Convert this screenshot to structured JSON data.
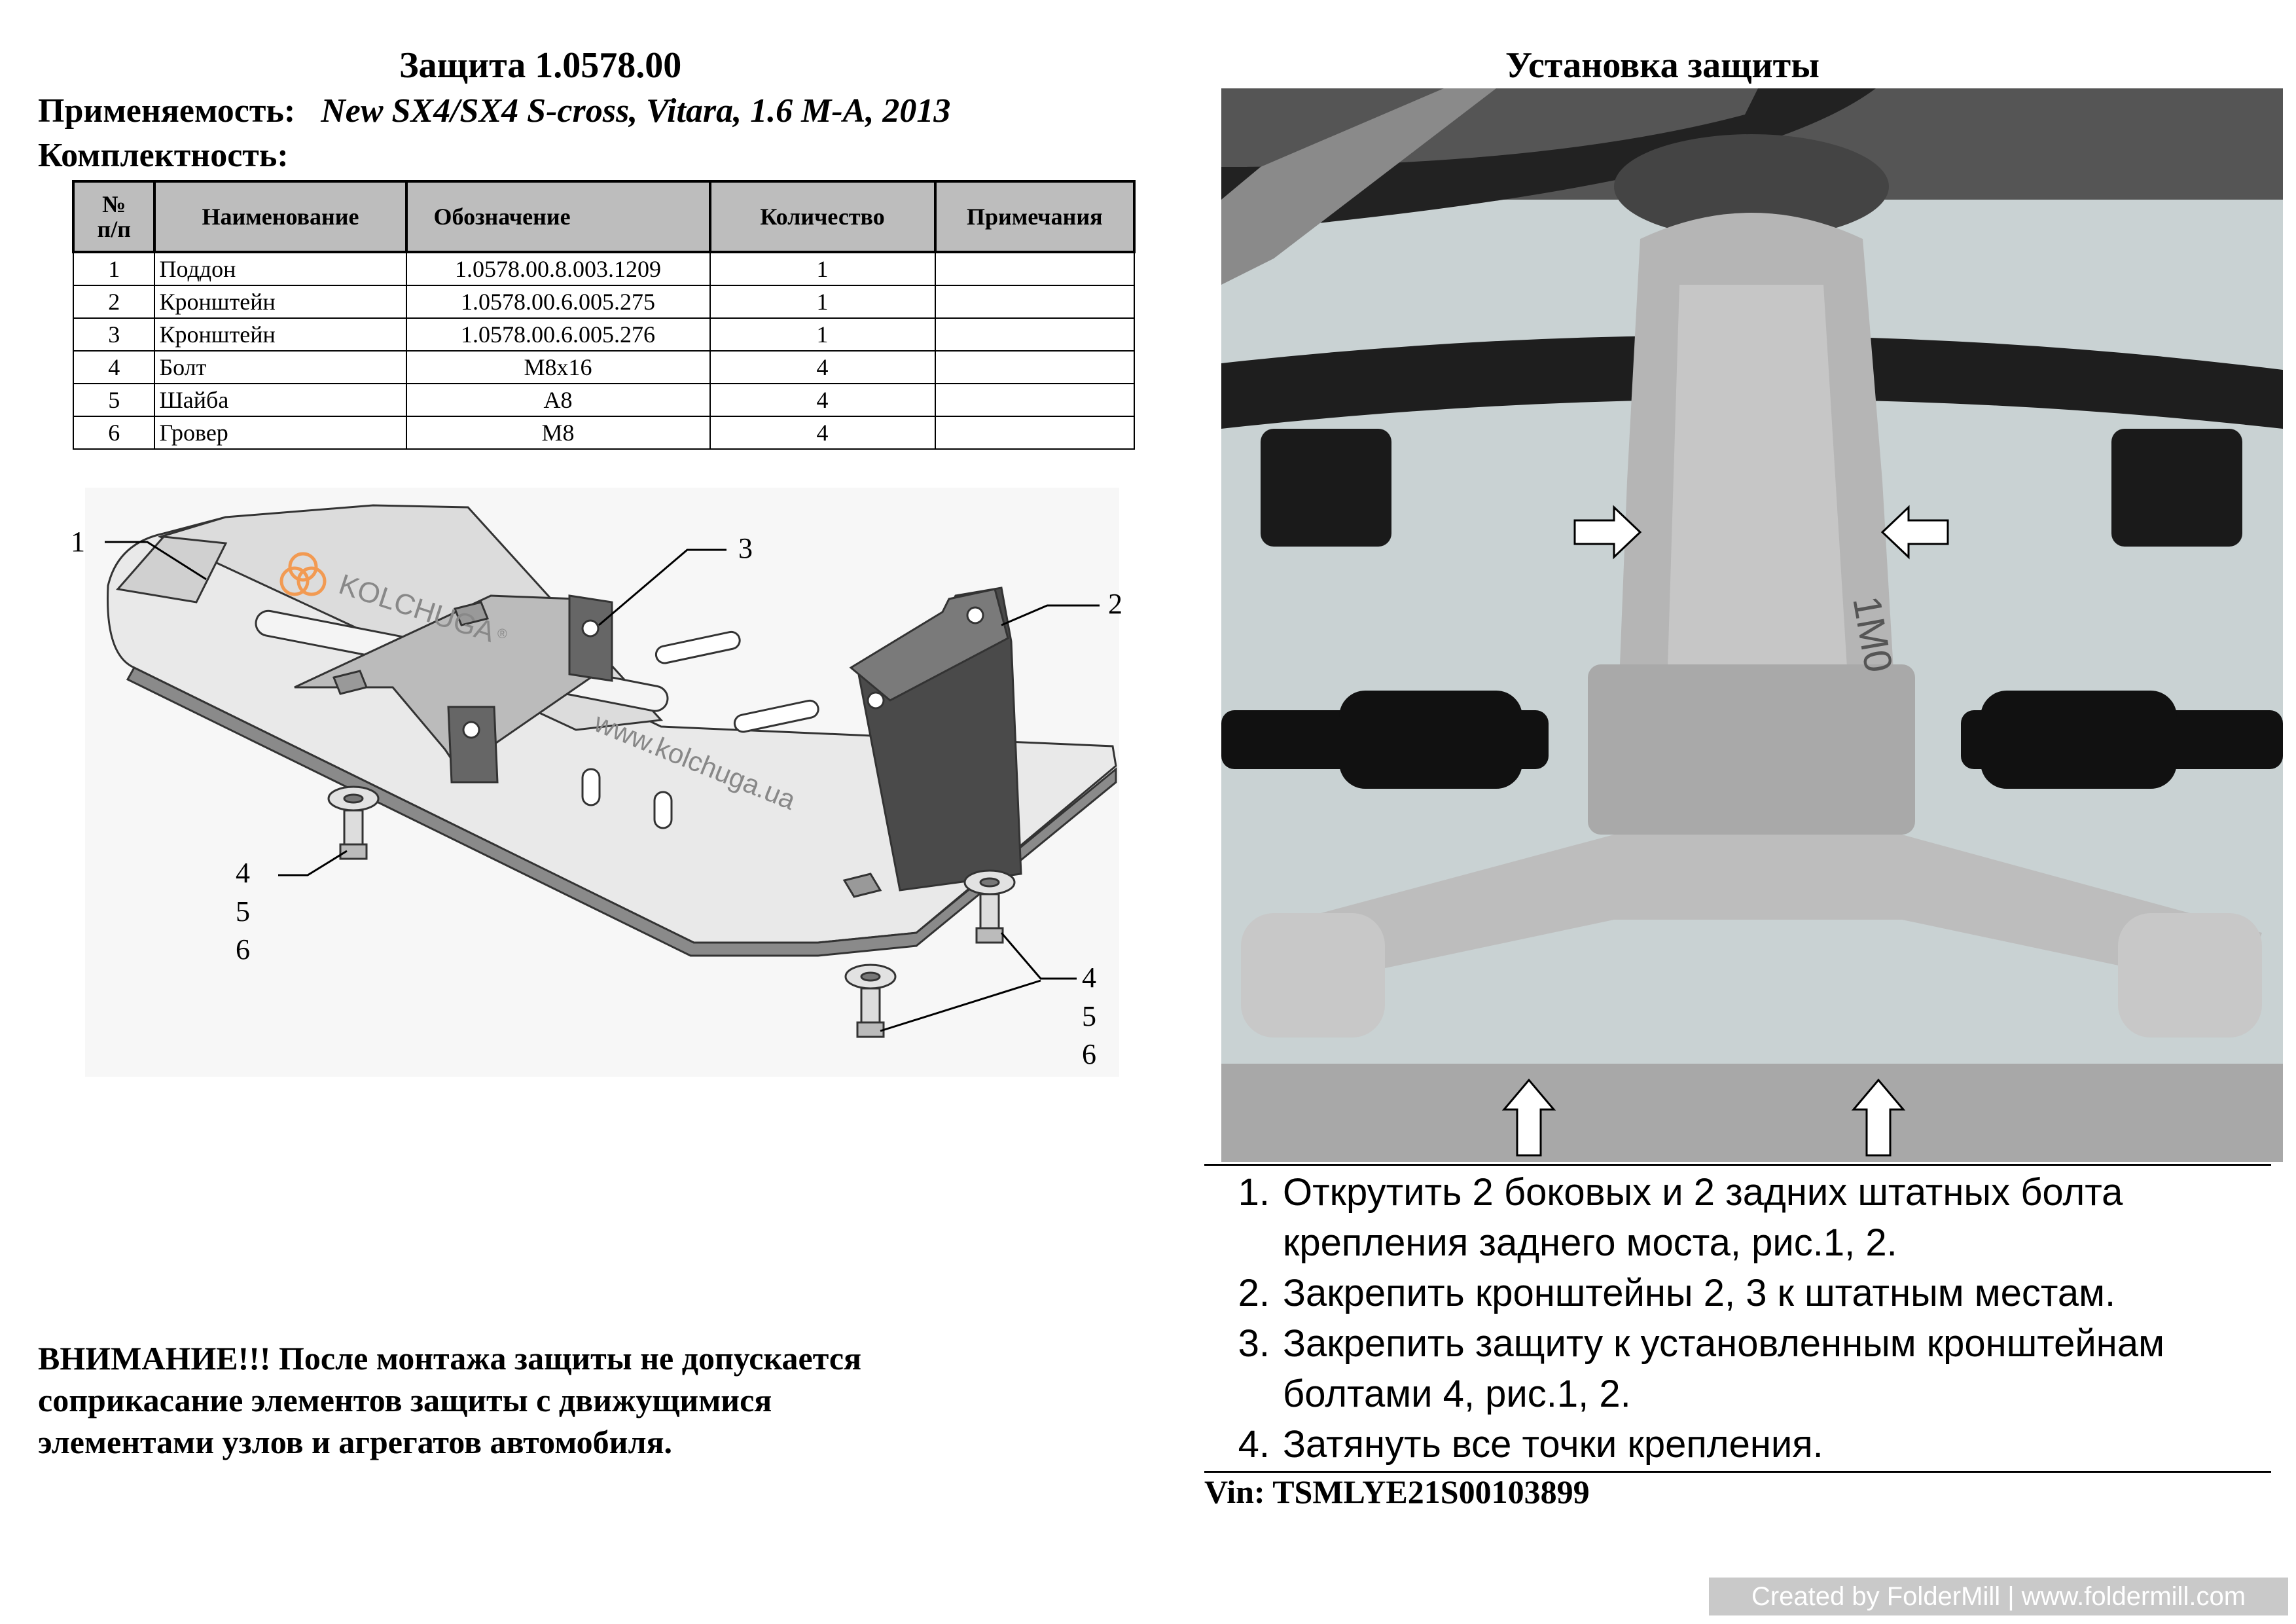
{
  "title": "Защита 1.0578.00",
  "applicability_label": "Применяемость:",
  "applicability_value": "New SX4/SX4 S-cross, Vitara, 1.6 M-A, 2013",
  "kit_label": "Комплектность:",
  "table": {
    "headers": [
      "№\nп/п",
      "Наименование",
      "Обозначение",
      "Количество",
      "Примечания"
    ],
    "rows": [
      [
        "1",
        "Поддон",
        "1.0578.00.8.003.1209",
        "1",
        ""
      ],
      [
        "2",
        "Кронштейн",
        "1.0578.00.6.005.275",
        "1",
        ""
      ],
      [
        "3",
        "Кронштейн",
        "1.0578.00.6.005.276",
        "1",
        ""
      ],
      [
        "4",
        "Болт",
        "M8x16",
        "4",
        ""
      ],
      [
        "5",
        "Шайба",
        "A8",
        "4",
        ""
      ],
      [
        "6",
        "Гровер",
        "M8",
        "4",
        ""
      ]
    ]
  },
  "diagram": {
    "callouts": [
      "1",
      "2",
      "3",
      "4",
      "5",
      "6",
      "4",
      "5",
      "6"
    ],
    "brand": "KOLCHUGA",
    "brand_mark": "®",
    "url": "www.kolchuga.ua"
  },
  "warning": [
    "ВНИМАНИЕ!!! После монтажа защиты не допускается",
    "соприкасание элементов защиты с движущимися",
    "элементами узлов и агрегатов автомобиля."
  ],
  "install_title": "Установка защиты",
  "photo": {
    "stamp": "1M0"
  },
  "steps": [
    {
      "n": "1.",
      "lines": [
        "Открутить 2 боковых и 2 задних штатных болта",
        "крепления заднего моста, рис.1, 2."
      ]
    },
    {
      "n": "2.",
      "lines": [
        "Закрепить кронштейны 2, 3 к штатным местам."
      ]
    },
    {
      "n": "3.",
      "lines": [
        "Закрепить защиту к установленным кронштейнам",
        "болтами 4, рис.1, 2."
      ]
    },
    {
      "n": "4.",
      "lines": [
        "Затянуть все точки крепления."
      ]
    }
  ],
  "vin": "Vin: TSMLYE21S00103899",
  "watermark": "Created by FolderMill | www.foldermill.com"
}
